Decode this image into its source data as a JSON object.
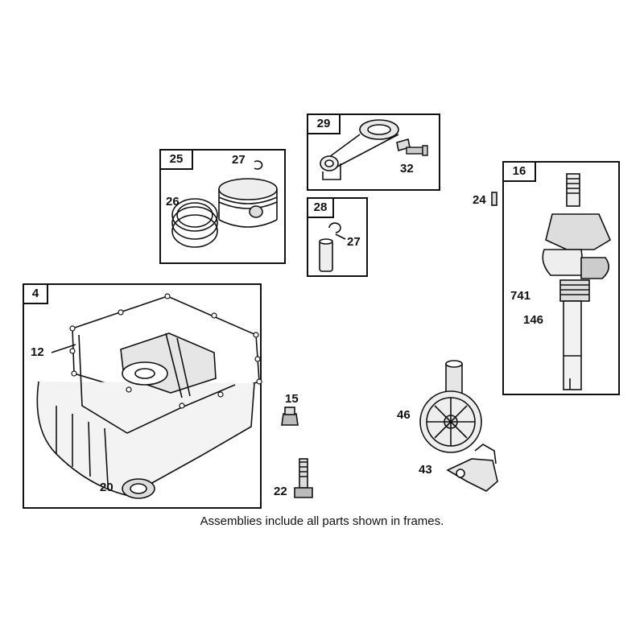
{
  "frames": {
    "f25": {
      "number": "25"
    },
    "f29": {
      "number": "29"
    },
    "f28": {
      "number": "28"
    },
    "f16": {
      "number": "16"
    },
    "f4": {
      "number": "4"
    }
  },
  "callouts": {
    "p27a": "27",
    "p26": "26",
    "p32": "32",
    "p27b": "27",
    "p24": "24",
    "p741": "741",
    "p146": "146",
    "p12": "12",
    "p20": "20",
    "p15": "15",
    "p22": "22",
    "p46": "46",
    "p43": "43"
  },
  "caption": "Assemblies include all parts shown in frames."
}
